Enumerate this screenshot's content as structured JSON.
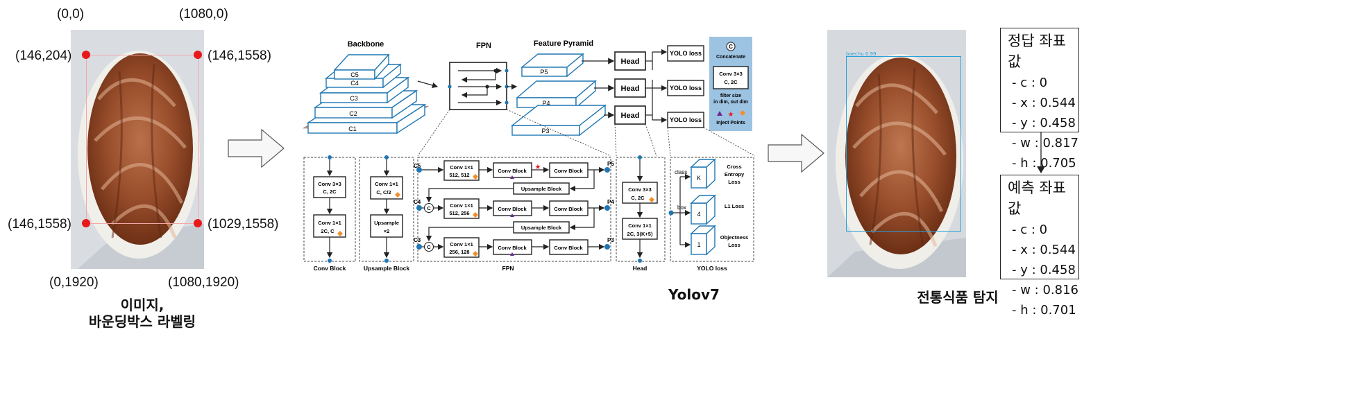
{
  "left_panel": {
    "coords": {
      "top_left_image": "(0,0)",
      "top_right_image": "(1080,0)",
      "box_top_left": "(146,204)",
      "box_top_right": "(146,1558)",
      "box_bottom_left": "(146,1558)",
      "box_bottom_right": "(1029,1558)",
      "bottom_left_image": "(0,1920)",
      "bottom_right_image": "(1080,1920)"
    },
    "caption_line1": "이미지,",
    "caption_line2": "바운딩박스 라벨링",
    "point_color": "#e8191a"
  },
  "middle_panel": {
    "caption": "Yolov7",
    "backbone": {
      "title": "Backbone",
      "layers": [
        "C5",
        "C4",
        "C3",
        "C2",
        "C1"
      ]
    },
    "fpn_top": {
      "title": "FPN"
    },
    "pyramid": {
      "title": "Feature Pyramid",
      "levels": [
        "P5",
        "P4",
        "P3"
      ]
    },
    "heads": [
      "Head",
      "Head",
      "Head"
    ],
    "losses": [
      "YOLO loss",
      "YOLO loss",
      "YOLO loss"
    ],
    "legend": {
      "concat_symbol": "C",
      "concat_label": "Concatenate",
      "conv_line1": "Conv 3×3",
      "conv_line2": "C, 2C",
      "filter_line1": "filter size",
      "filter_line2": "in dim, out dim",
      "inject_label": "Inject Points"
    },
    "conv_block": {
      "label": "Conv Block",
      "box1_line1": "Conv 3×3",
      "box1_line2": "C, 2C",
      "box2_line1": "Conv 1×1",
      "box2_line2": "2C, C"
    },
    "upsample_block": {
      "label": "Upsample Block",
      "box1_line1": "Conv 1×1",
      "box1_line2": "C, C/2",
      "box2_line1": "Upsample",
      "box2_line2": "×2"
    },
    "fpn_detail": {
      "label": "FPN",
      "inputs": [
        "C5",
        "C4",
        "C3"
      ],
      "outputs": [
        "P5",
        "P4",
        "P3"
      ],
      "rows": [
        {
          "conv_line1": "Conv 1×1",
          "conv_line2": "512, 512"
        },
        {
          "conv_line1": "Conv 1×1",
          "conv_line2": "512, 256"
        },
        {
          "conv_line1": "Conv 1×1",
          "conv_line2": "256, 128"
        }
      ],
      "block_label": "Conv Block",
      "upsample_label": "Upsample Block"
    },
    "head_detail": {
      "label": "Head",
      "box1_line1": "Conv 3×3",
      "box1_line2": "C, 2C",
      "box2_line1": "Conv 1×1",
      "box2_line2": "2C, 3(K+5)"
    },
    "yolo_detail": {
      "label": "YOLO loss",
      "class_label": "class",
      "box_label": "box",
      "cubes": [
        "K",
        "4",
        "1"
      ],
      "loss1_line1": "Cross",
      "loss1_line2": "Entropy",
      "loss1_line3": "Loss",
      "loss2": "L1 Loss",
      "loss3_line1": "Objectness",
      "loss3_line2": "Loss"
    },
    "colors": {
      "accent_blue": "#1f77b4",
      "legend_bg": "#9cc3e2",
      "orange": "#f28e2b",
      "purple": "#6a2c91",
      "star_red": "#e8191a"
    }
  },
  "right_panel": {
    "caption": "전통식품 탐지",
    "detection_tag": "baechu 0.99",
    "ground_truth": {
      "title": "정답 좌표값",
      "rows": [
        "-    c : 0",
        "-    x : 0.544",
        "-    y : 0.458",
        "-    w : 0.817",
        "-    h : 0.705"
      ]
    },
    "prediction": {
      "title": "예측 좌표값",
      "rows": [
        "-    c : 0",
        "-    x : 0.544",
        "-    y : 0.458",
        "-    w : 0.816",
        "-    h : 0.701"
      ]
    }
  }
}
